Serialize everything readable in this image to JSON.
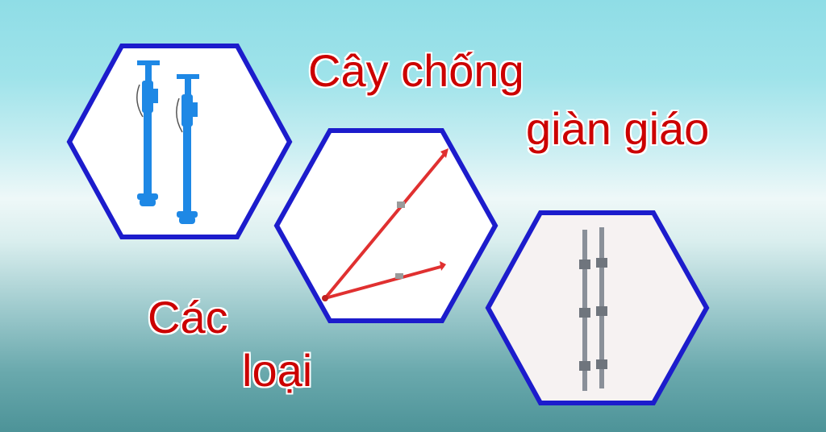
{
  "title_line_1": "Cây chống",
  "title_line_2": "giàn giáo",
  "subtitle_line_1": "Các",
  "subtitle_line_2": "loại",
  "colors": {
    "headline": "#cc0000",
    "hex_border": "#1c1ccc",
    "hex_fill": "#ffffff",
    "prop_blue": "#1e88e5",
    "prop_red": "#e03030",
    "prop_gray": "#8a9099"
  },
  "images": [
    {
      "name": "blue-adjustable-props-image"
    },
    {
      "name": "red-diagonal-braces-image"
    },
    {
      "name": "gray-scaffold-standards-image"
    }
  ]
}
